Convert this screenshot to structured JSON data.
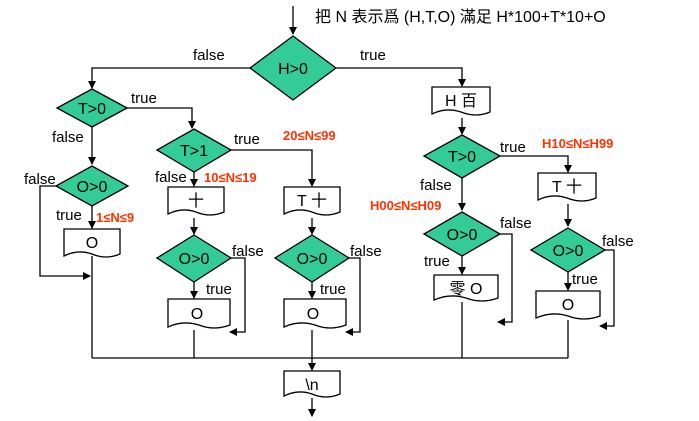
{
  "title": "把 N 表示爲 (H,T,O) 滿足 H*100+T*10+O",
  "decisions": {
    "h_gt_0": "H>0",
    "t_gt_0_left": "T>0",
    "t_gt_1": "T>1",
    "o_gt_0_a": "O>0",
    "o_gt_0_b": "O>0",
    "o_gt_0_c": "O>0",
    "t_gt_0_right": "T>0",
    "o_gt_0_d": "O>0",
    "o_gt_0_e": "O>0"
  },
  "outputs": {
    "o_1_9": "O",
    "ten_char": "十",
    "o_10_19": "O",
    "t_ten": "T 十",
    "o_20_99": "O",
    "h_hundred": "H 百",
    "zero_o": "零 O",
    "t_ten_right": "T 十",
    "o_h10": "O",
    "newline": "\\n"
  },
  "labels": {
    "true": "true",
    "false": "false"
  },
  "ranges": {
    "r1": "1≤N≤9",
    "r10": "10≤N≤19",
    "r20": "20≤N≤99",
    "rh00": "H00≤N≤H09",
    "rh10": "H10≤N≤H99"
  }
}
